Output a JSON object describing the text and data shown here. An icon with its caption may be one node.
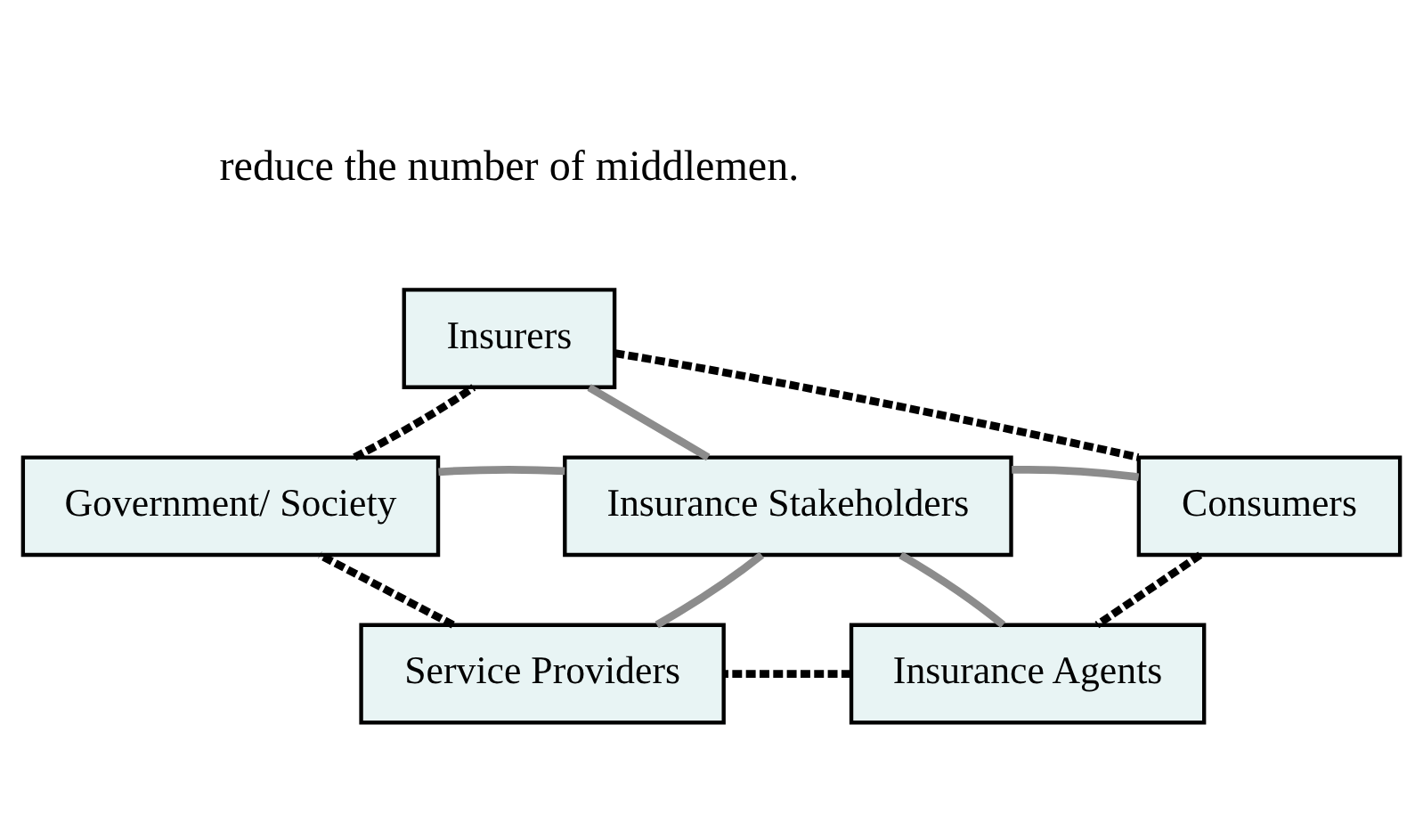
{
  "diagram": {
    "nodes": [
      {
        "text": [
          "Insurers"
        ]
      },
      {
        "text": [
          "Government/ Society"
        ]
      },
      {
        "text": [
          "Consumers"
        ]
      },
      {
        "text": [
          "Insurance Stakeholders"
        ]
      },
      {
        "text": [
          "Service Providers"
        ]
      },
      {
        "text": [
          "Insurance Agents"
        ]
      }
    ],
    "edges": [
      {
        "from": 3,
        "to": 0,
        "arrow": "none",
        "color": "#8c8c8c"
      },
      {
        "from": 3,
        "to": 1,
        "arrow": "none",
        "color": "#8c8c8c"
      },
      {
        "from": 3,
        "to": 2,
        "arrow": "none",
        "color": "#8c8c8c"
      },
      {
        "from": 3,
        "to": 4,
        "arrow": "none",
        "color": "#8c8c8c"
      },
      {
        "from": 3,
        "to": 5,
        "arrow": "none",
        "color": "#8c8c8c"
      },
      {
        "from": 0,
        "to": 2,
        "arrow": "none",
        "style": "dashed",
        "color": "#000000"
      },
      {
        "from": 2,
        "to": 5,
        "arrow": "none",
        "style": "dashed",
        "color": "#000000"
      },
      {
        "from": 5,
        "to": 4,
        "arrow": "none",
        "style": "dashed",
        "color": "#000000"
      },
      {
        "from": 4,
        "to": 1,
        "arrow": "none",
        "style": "dashed",
        "color": "#000000"
      },
      {
        "from": 1,
        "to": 0,
        "arrow": "none",
        "style": "dashed",
        "color": "#000000"
      }
    ],
    "labels": [
      "reduce the number of middlemen."
    ]
  }
}
